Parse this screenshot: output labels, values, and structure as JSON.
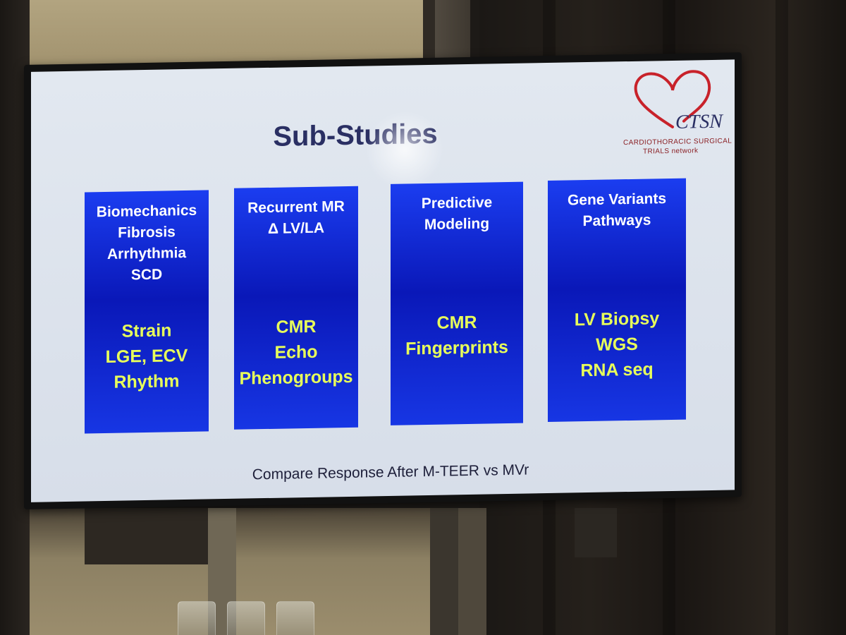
{
  "slide": {
    "title": "Sub-Studies",
    "footer": "Compare Response After M-TEER vs MVr",
    "logo": {
      "name": "CTSN",
      "line1": "CARDIOTHORACIC SURGICAL",
      "line2": "TRIALS network",
      "heart_color": "#c8222a"
    },
    "boxes": [
      {
        "top": [
          "Biomechanics",
          "Fibrosis",
          "Arrhythmia",
          "SCD"
        ],
        "bottom": [
          "Strain",
          "LGE, ECV",
          "Rhythm"
        ]
      },
      {
        "top": [
          "Recurrent MR",
          "Δ LV/LA"
        ],
        "bottom": [
          "CMR",
          "Echo",
          "Phenogroups"
        ]
      },
      {
        "top": [
          "Predictive",
          "Modeling"
        ],
        "bottom": [
          "CMR",
          "Fingerprints"
        ]
      },
      {
        "top": [
          "Gene Variants",
          "Pathways"
        ],
        "bottom": [
          "LV Biopsy",
          "WGS",
          "RNA seq"
        ]
      }
    ]
  },
  "colors": {
    "box_blue": "#0a18b8",
    "highlight_yellow": "#e8ff5a",
    "title_navy": "#2a2f63"
  }
}
